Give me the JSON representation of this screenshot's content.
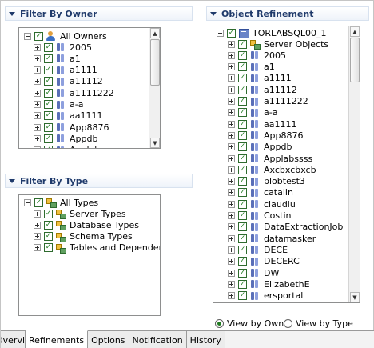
{
  "filter_owner": {
    "title": "Filter By Owner",
    "root_label": "All Owners",
    "items": [
      "2005",
      "a1",
      "a1111",
      "a11112",
      "a1111222",
      "a-a",
      "aa1111",
      "App8876",
      "Appdb",
      "Applabssss"
    ]
  },
  "filter_type": {
    "title": "Filter By Type",
    "root_label": "All Types",
    "items": [
      "Server Types",
      "Database Types",
      "Schema Types",
      "Tables and Dependencies"
    ]
  },
  "object_refinement": {
    "title": "Object Refinement",
    "root_label": "TORLABSQL00_1",
    "items": [
      "Server Objects",
      "2005",
      "a1",
      "a1111",
      "a11112",
      "a1111222",
      "a-a",
      "aa1111",
      "App8876",
      "Appdb",
      "Applabssss",
      "Axcbxcbxcb",
      "blobtest3",
      "catalin",
      "claudiu",
      "Costin",
      "DataExtractionJob",
      "datamasker",
      "DECE",
      "DECERC",
      "DW",
      "ElizabethE",
      "ersportal"
    ]
  },
  "view_options": {
    "by_owner": "View by Owner",
    "by_type": "View by Type",
    "selected": "by_owner"
  },
  "tabs": [
    {
      "label": "Overview",
      "active": false
    },
    {
      "label": "Refinements",
      "active": true
    },
    {
      "label": "Options",
      "active": false
    },
    {
      "label": "Notification",
      "active": false
    },
    {
      "label": "History",
      "active": false
    }
  ],
  "icons": {
    "expander": "minus-box-icon",
    "collapsed": "plus-box-icon",
    "checkbox": "check-icon",
    "database": "database-icon",
    "owners": "users-icon",
    "types": "object-types-icon",
    "server": "server-icon"
  },
  "colors": {
    "header_text": "#1f3a6b",
    "check_green": "#1f7a1f"
  }
}
